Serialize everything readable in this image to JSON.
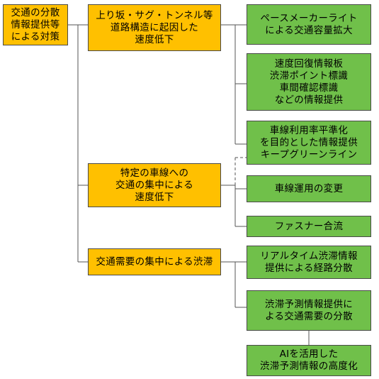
{
  "colors": {
    "cause_fill": "#ffc000",
    "measure_fill": "#70c04a",
    "border": "#4a4a4a",
    "connector": "#555555"
  },
  "root": {
    "label": "交通の分散\n情報提供等\nによる対策"
  },
  "causes": [
    {
      "label": "上り坂・サグ・トンネル等\n道路構造に起因した\n速度低下"
    },
    {
      "label": "特定の車線への\n交通の集中による\n速度低下"
    },
    {
      "label": "交通需要の集中による渋滞"
    }
  ],
  "measures": [
    {
      "label": "ペースメーカーライト\nによる交通容量拡大"
    },
    {
      "label": "速度回復情報板\n渋滞ポイント標識\n車間確認標識\nなどの情報提供"
    },
    {
      "label": "車線利用率平準化\nを目的とした情報提供\nキープグリーンライン"
    },
    {
      "label": "車線運用の変更"
    },
    {
      "label": "ファスナー合流"
    },
    {
      "label": "リアルタイム渋滞情報\n提供による経路分散"
    },
    {
      "label": "渋滞予測情報提供に\nよる交通需要の分散"
    },
    {
      "label": "AIを活用した\n渋滞予測情報の高度化"
    }
  ]
}
